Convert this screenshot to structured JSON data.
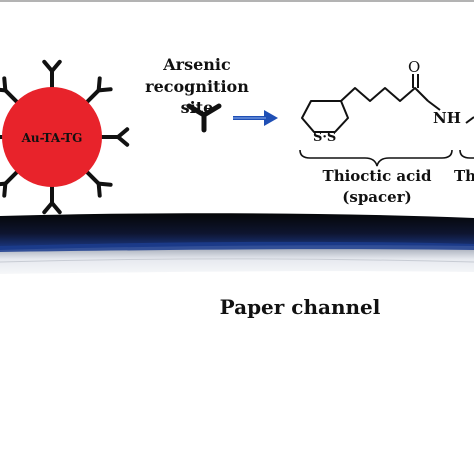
{
  "nanoparticle": {
    "label": "Au-TA-TG",
    "fill": "#e8232b",
    "ligand_count": 8,
    "ligand_icon": "y-shaped-receptor-icon"
  },
  "recognition": {
    "line1": "Arsenic",
    "line2": "recognition",
    "line3": "site"
  },
  "arrow": {
    "color": "#1f4fb5",
    "icon": "right-arrow-icon"
  },
  "molecule": {
    "sulfur_label": "S·S",
    "oxygen_label": "O",
    "nh_label": "NH",
    "spacer_line1": "Thioctic acid",
    "spacer_line2": "(spacer)",
    "next_label_partial": "Th"
  },
  "channel": {
    "label": "Paper channel",
    "dark_color": "#0b1020",
    "blue_color": "#1c3c8c"
  }
}
